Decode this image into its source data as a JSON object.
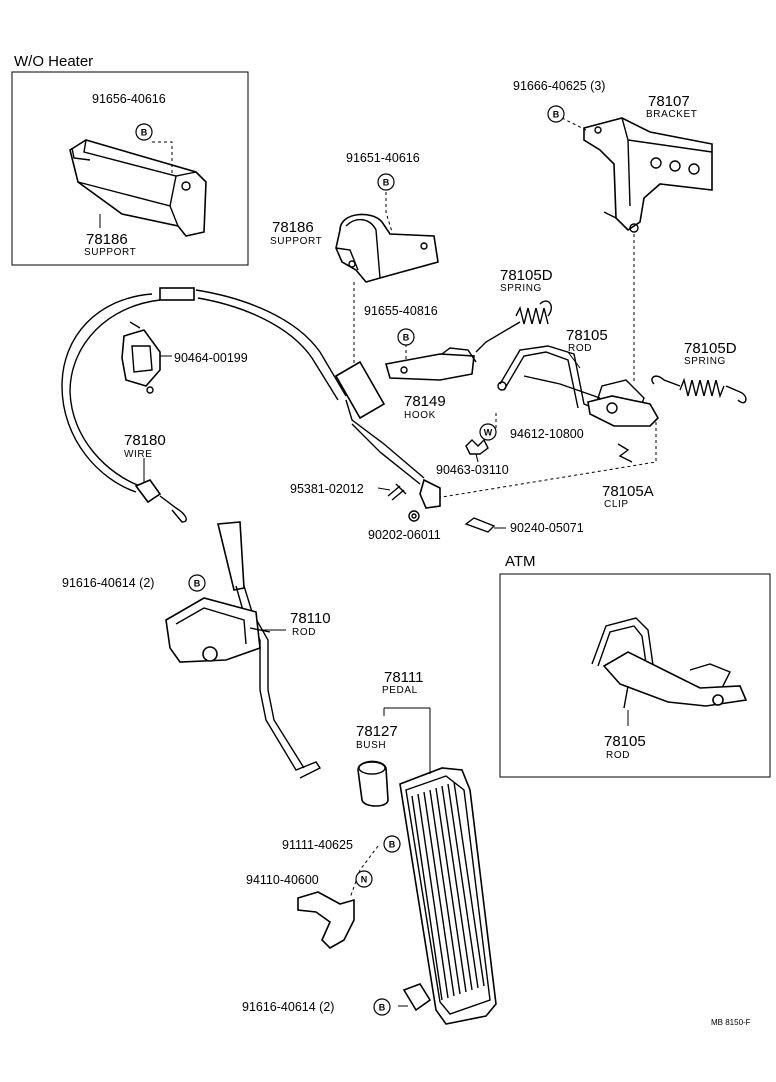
{
  "boxes": {
    "wo_heater": "W/O  Heater",
    "atm": "ATM"
  },
  "labels": {
    "p91656_40616": "91656-40616",
    "p78186_a": "78186",
    "p78186_a_name": "SUPPORT",
    "p91666_40625": "91666-40625 (3)",
    "p78107": "78107",
    "p78107_name": "BRACKET",
    "p91651_40616": "91651-40616",
    "p78186_b": "78186",
    "p78186_b_name": "SUPPORT",
    "p78105D_a": "78105D",
    "p78105D_a_name": "SPRING",
    "p91655_40816": "91655-40816",
    "p78105_a": "78105",
    "p78105_a_name": "ROD",
    "p78105D_b": "78105D",
    "p78105D_b_name": "SPRING",
    "p90464_00199": "90464-00199",
    "p78149": "78149",
    "p78149_name": "HOOK",
    "p94612_10800": "94612-10800",
    "p78180": "78180",
    "p78180_name": "WIRE",
    "p90463_03110": "90463-03110",
    "p78105A": "78105A",
    "p78105A_name": "CLIP",
    "p95381_02012": "95381-02012",
    "p90202_06011": "90202-06011",
    "p90240_05071": "90240-05071",
    "p91616_40614_a": "91616-40614  (2)",
    "p78110": "78110",
    "p78110_name": "ROD",
    "p78105_b": "78105",
    "p78105_b_name": "ROD",
    "p78111": "78111",
    "p78111_name": "PEDAL",
    "p78127": "78127",
    "p78127_name": "BUSH",
    "p91111_40625": "91111-40625",
    "p94110_40600": "94110-40600",
    "p91616_40614_b": "91616-40614 (2)",
    "footer_code": "MB  8150-F"
  },
  "badges": {
    "b": "B",
    "w": "W",
    "n": "N"
  }
}
